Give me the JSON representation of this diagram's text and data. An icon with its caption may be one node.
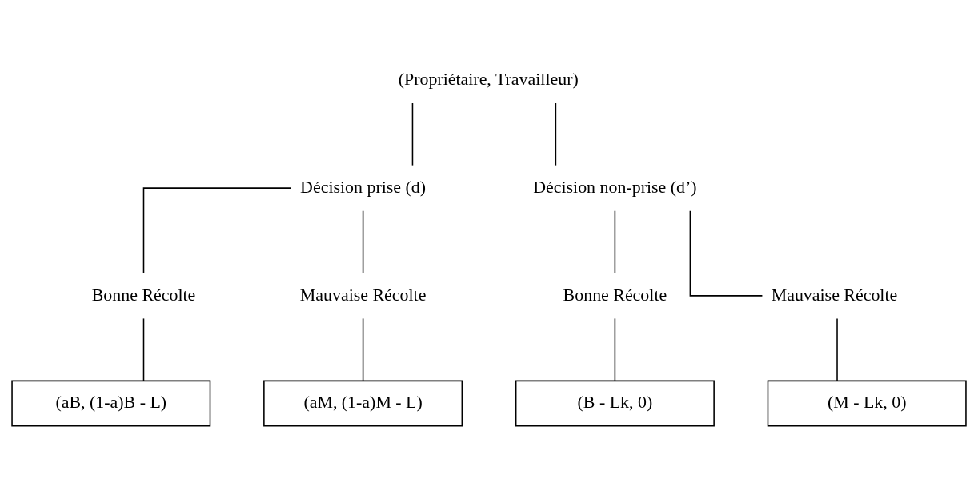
{
  "diagram": {
    "nodes": [
      {
        "text": [
          "(Propriétaire, Travailleur)"
        ]
      },
      {
        "text": [
          "Décision prise (d)"
        ]
      },
      {
        "text": [
          "Décision non-prise (d’)"
        ]
      },
      {
        "text": [
          "Bonne Récolte"
        ]
      },
      {
        "text": [
          "Mauvaise Récolte"
        ]
      },
      {
        "text": [
          "Bonne Récolte"
        ]
      },
      {
        "text": [
          "Mauvaise Récolte"
        ]
      },
      {
        "text": [
          "(aB, (1-a)B - L)"
        ]
      },
      {
        "text": [
          "(aM, (1-a)M - L)"
        ]
      },
      {
        "text": [
          "(B - Lk, 0)"
        ]
      },
      {
        "text": [
          "(M - Lk, 0)"
        ]
      }
    ],
    "edges": [
      {
        "from": 0,
        "to": 1,
        "arrow": "none"
      },
      {
        "from": 0,
        "to": 2,
        "arrow": "none"
      },
      {
        "from": 1,
        "to": 3,
        "arrow": "none"
      },
      {
        "from": 1,
        "to": 4,
        "arrow": "none"
      },
      {
        "from": 2,
        "to": 5,
        "arrow": "none"
      },
      {
        "from": 2,
        "to": 6,
        "arrow": "none"
      },
      {
        "from": 3,
        "to": 7,
        "arrow": "none"
      },
      {
        "from": 4,
        "to": 8,
        "arrow": "none"
      },
      {
        "from": 5,
        "to": 9,
        "arrow": "none"
      },
      {
        "from": 6,
        "to": 10,
        "arrow": "none"
      }
    ]
  }
}
